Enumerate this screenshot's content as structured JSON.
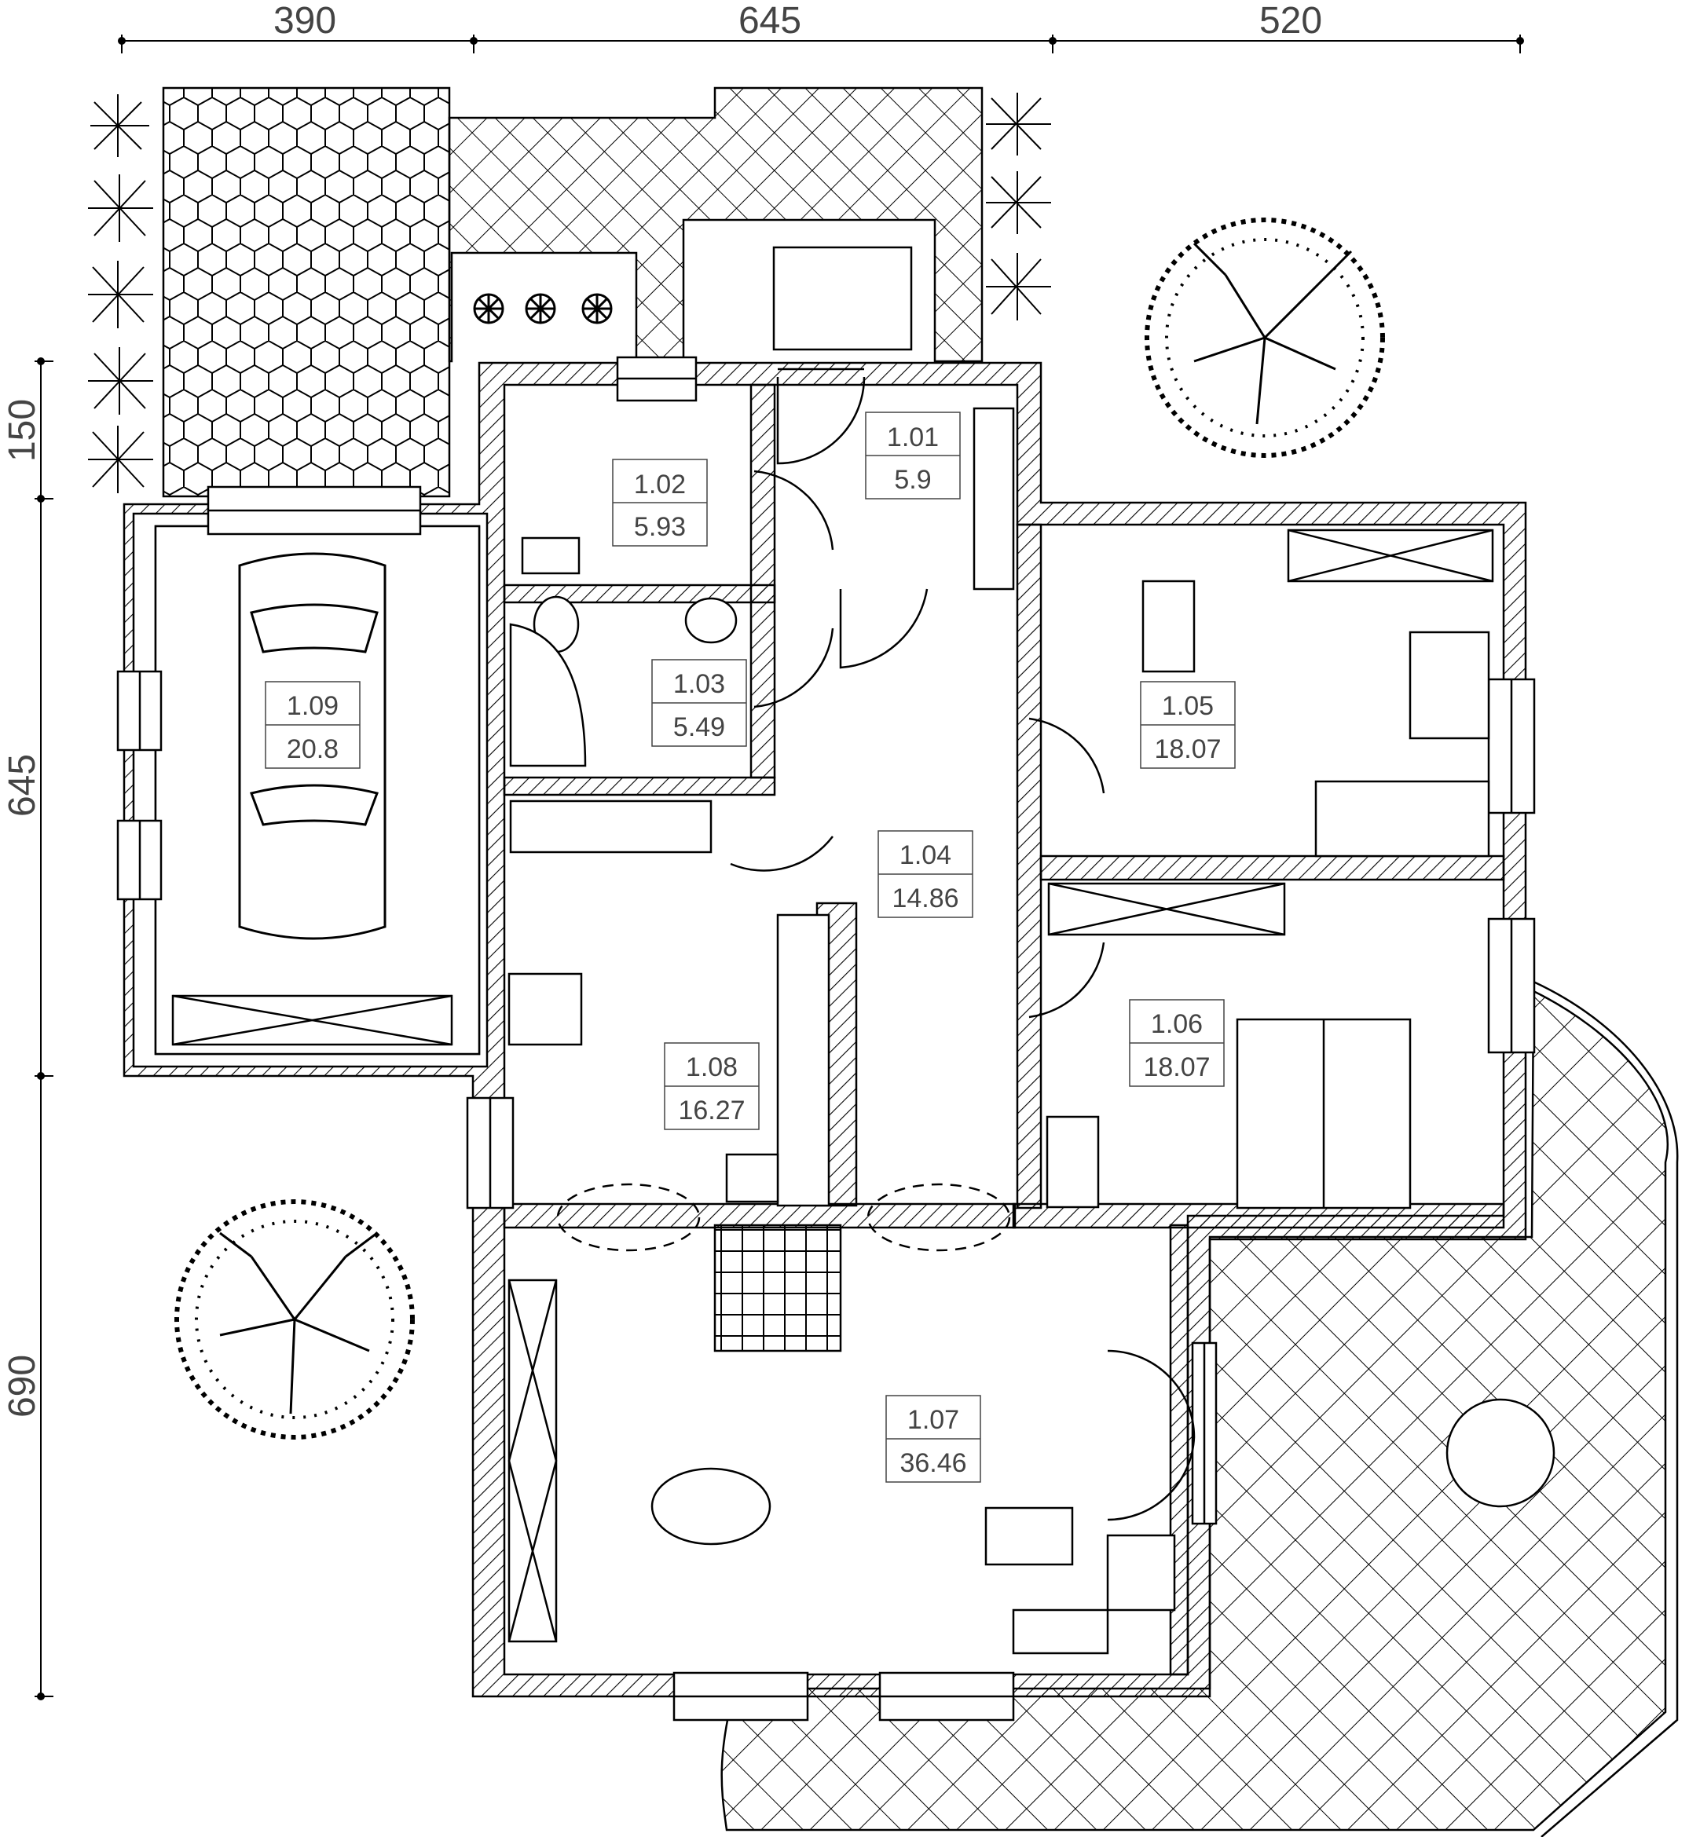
{
  "dimensions": {
    "top": [
      "390",
      "645",
      "520"
    ],
    "left": [
      "150",
      "645",
      "690"
    ]
  },
  "rooms": [
    {
      "id": "1.01",
      "area": "5.9"
    },
    {
      "id": "1.02",
      "area": "5.93"
    },
    {
      "id": "1.03",
      "area": "5.49"
    },
    {
      "id": "1.04",
      "area": "14.86"
    },
    {
      "id": "1.05",
      "area": "18.07"
    },
    {
      "id": "1.06",
      "area": "18.07"
    },
    {
      "id": "1.07",
      "area": "36.46"
    },
    {
      "id": "1.08",
      "area": "16.27"
    },
    {
      "id": "1.09",
      "area": "20.8"
    }
  ],
  "colors": {
    "line": "#000000",
    "text": "#444444",
    "background": "#ffffff"
  }
}
